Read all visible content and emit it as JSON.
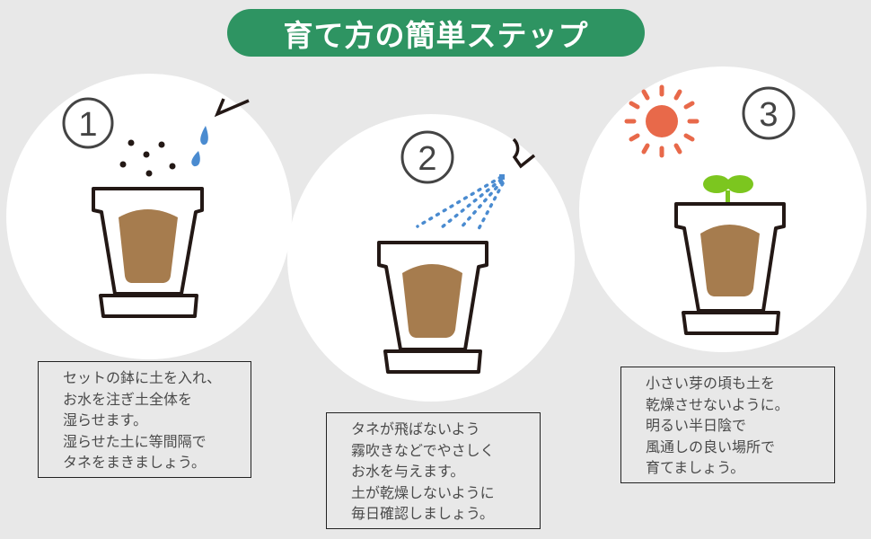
{
  "title": "育て方の簡単ステップ",
  "colors": {
    "background": "#e8e8e8",
    "title_green": "#2e9462",
    "soil": "#a67c4e",
    "water_blue": "#4a8bd0",
    "sun_orange": "#e8694a",
    "sprout_green": "#7cc61f",
    "outline": "#231815"
  },
  "steps": [
    {
      "number": "1",
      "icon": "pot-with-seeds-and-watering-icon",
      "lines": [
        "セットの鉢に土を入れ、",
        "お水を注ぎ土全体を",
        "湿らせます。",
        "湿らせた土に等間隔で",
        "タネをまきましょう。"
      ]
    },
    {
      "number": "2",
      "icon": "pot-with-spray-mist-icon",
      "lines": [
        "タネが飛ばないよう",
        "霧吹きなどでやさしく",
        "お水を与えます。",
        "土が乾燥しないように",
        "毎日確認しましょう。"
      ]
    },
    {
      "number": "3",
      "icon": "pot-with-sprout-and-sun-icon",
      "lines": [
        "小さい芽の頃も土を",
        "乾燥させないように。",
        "明るい半日陰で",
        "風通しの良い場所で",
        "育てましょう。"
      ]
    }
  ]
}
